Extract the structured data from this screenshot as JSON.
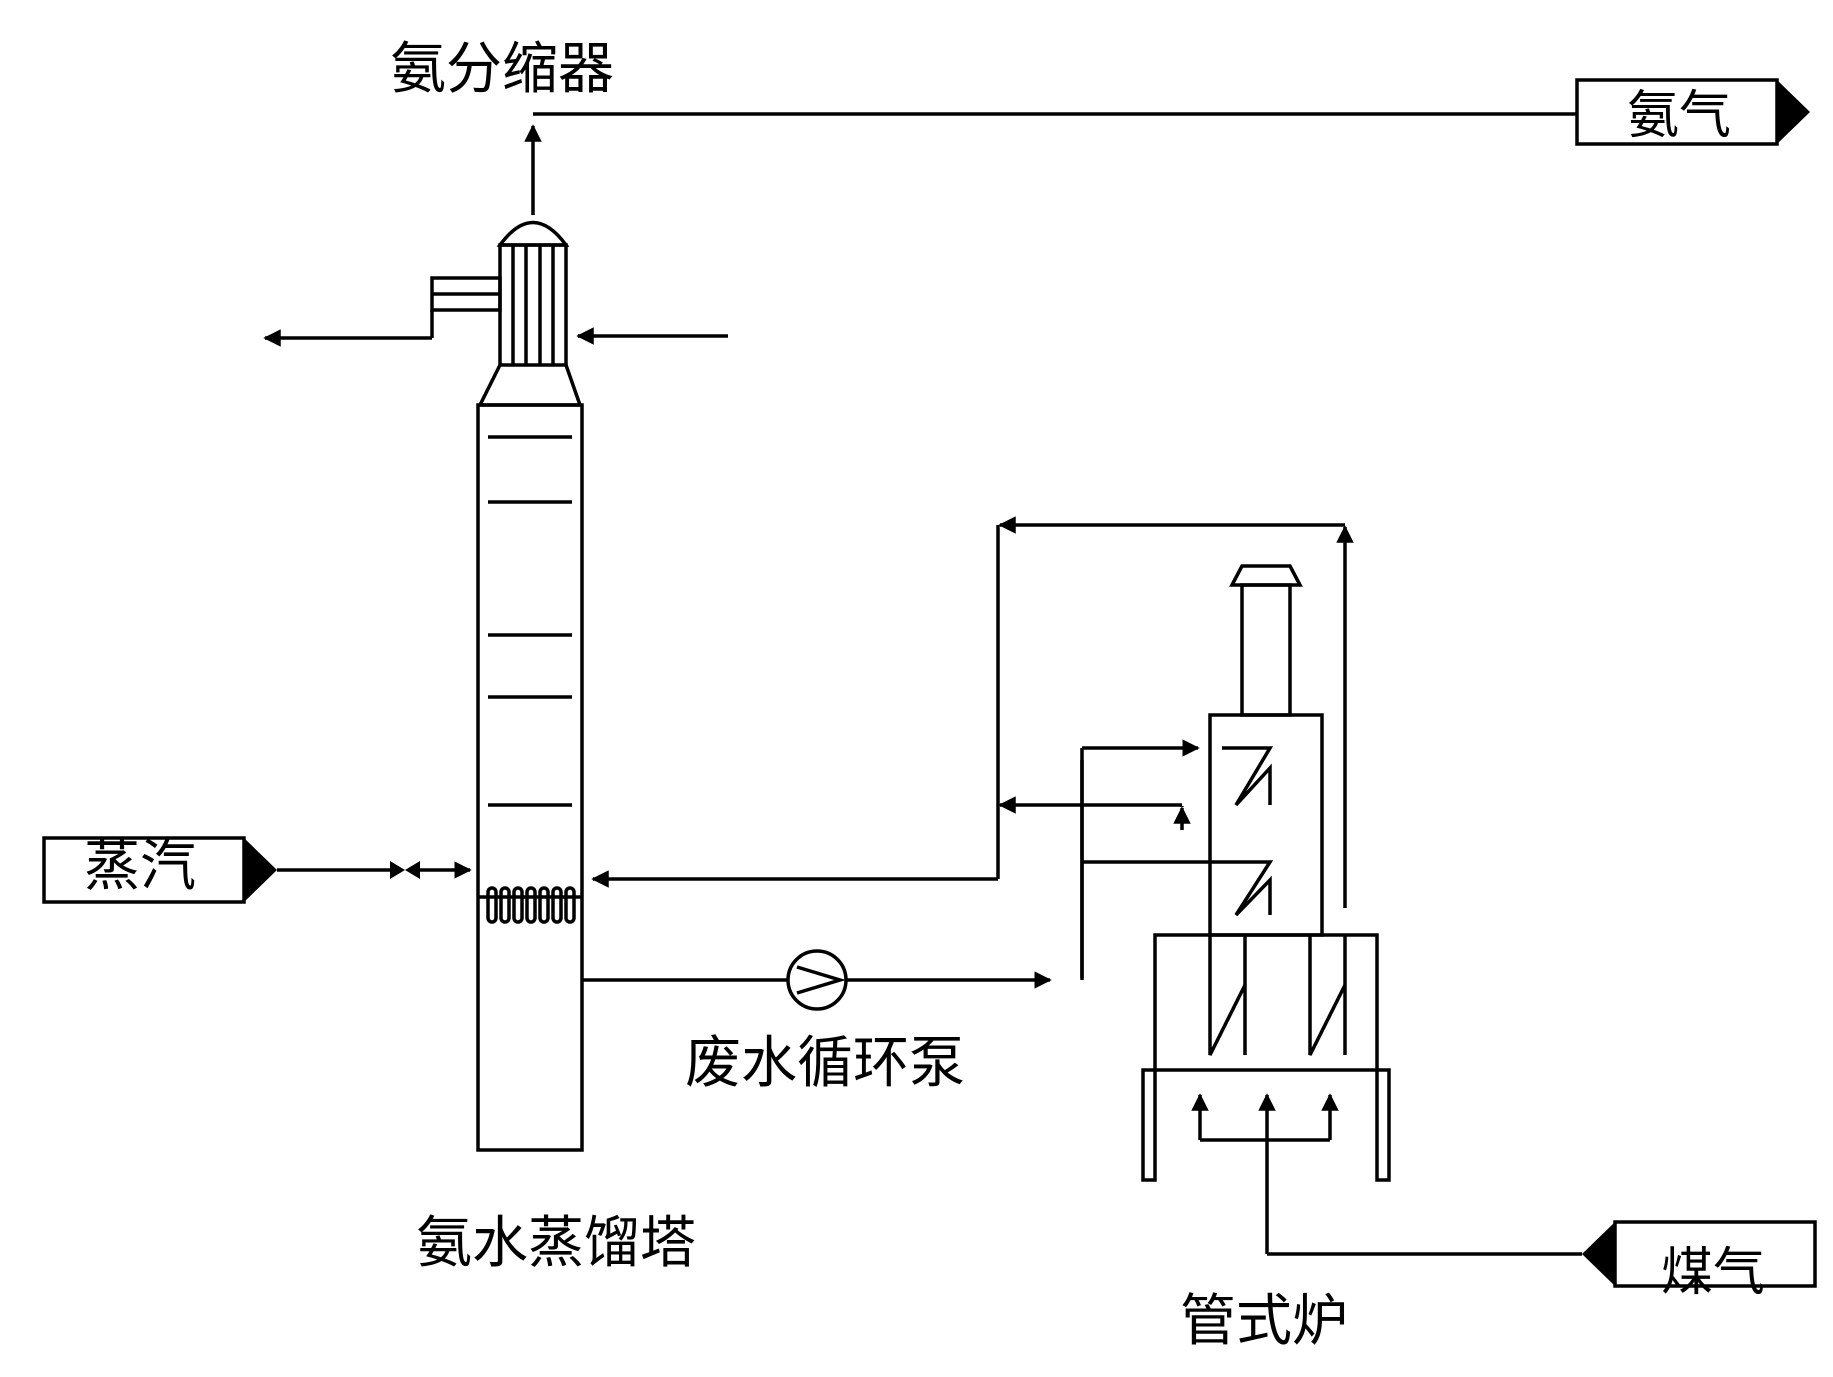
{
  "labels": {
    "ammonia_dephlegmator": "氨分缩器",
    "ammonia_gas": "氨气",
    "steam": "蒸汽",
    "ammonia_stripper": "氨水蒸馏塔",
    "wastewater_pump": "废水循环泵",
    "tube_furnace": "管式炉",
    "coal_gas": "煤气"
  },
  "colors": {
    "line": "#000000",
    "background": "#ffffff"
  }
}
